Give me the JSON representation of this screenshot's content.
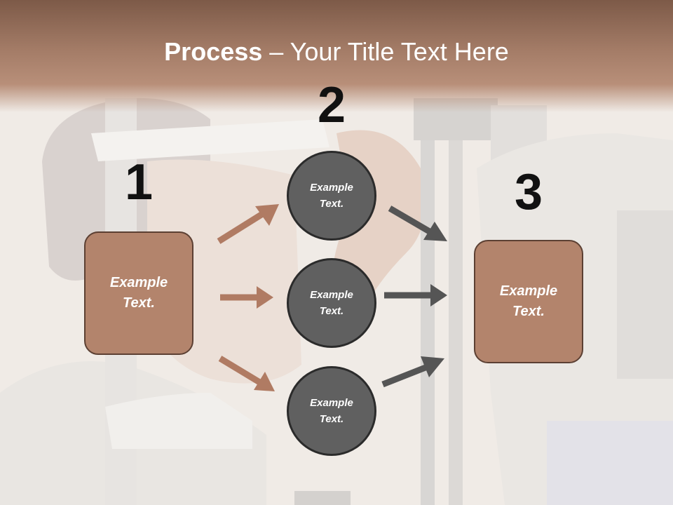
{
  "slide": {
    "title_bold": "Process",
    "title_rest": " – Your Title Text Here"
  },
  "steps": {
    "one": "1",
    "two": "2",
    "three": "3"
  },
  "left_box": {
    "text": "Example\nText."
  },
  "circles": [
    {
      "text": "Example\nText."
    },
    {
      "text": "Example\nText."
    },
    {
      "text": "Example\nText."
    }
  ],
  "right_box": {
    "text": "Example\nText."
  },
  "colors": {
    "title_band": "#a47c67",
    "box_fill": "#b3846c",
    "circle_fill": "#606060",
    "arrow_brown": "#b07b63",
    "arrow_gray": "#555555"
  }
}
